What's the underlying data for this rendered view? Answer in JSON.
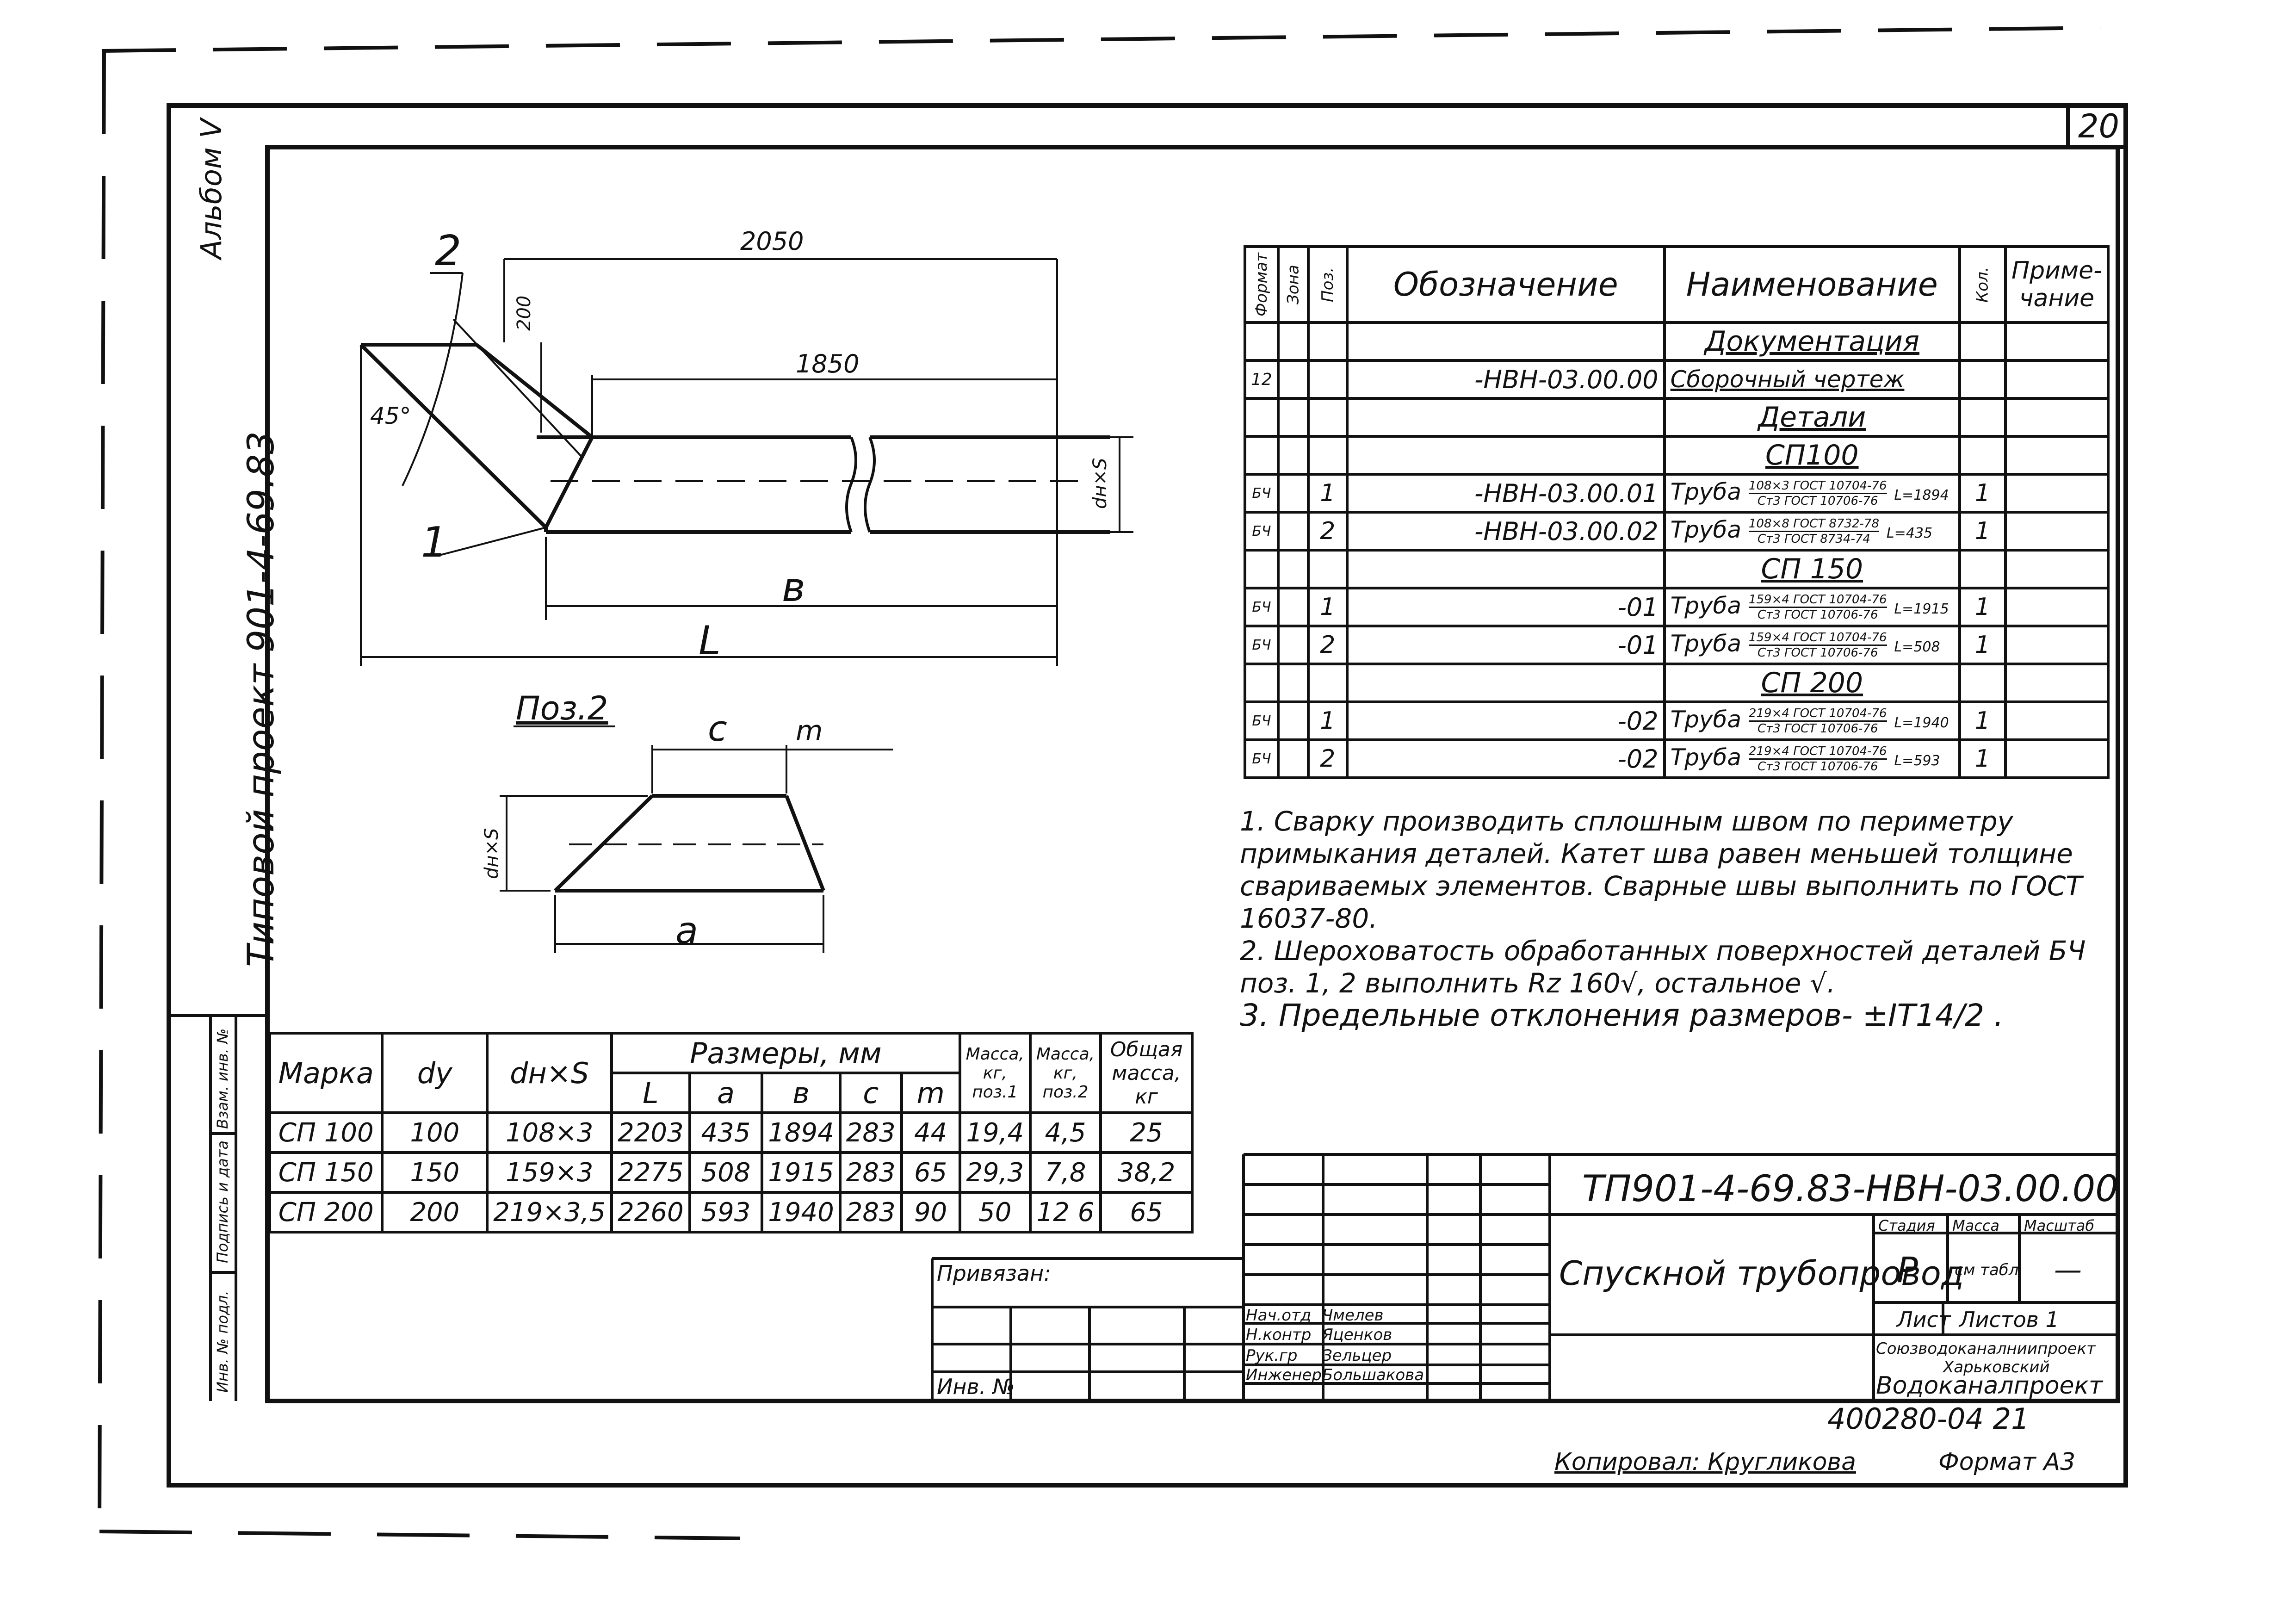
{
  "sheet": {
    "page_number": "20",
    "album": "Альбом V",
    "project": "Типовой проект 901-4-69.83"
  },
  "drawing": {
    "dim_2050": "2050",
    "dim_200": "200",
    "dim_1850": "1850",
    "dim_dns": "dн×S",
    "angle": "45°",
    "label_1": "1",
    "label_2": "2",
    "dim_b": "в",
    "dim_L": "L",
    "pos2_title": "Поз.2",
    "pos2_c": "c",
    "pos2_m": "m",
    "pos2_dns": "dн×S",
    "pos2_a": "a"
  },
  "spec": {
    "headers": {
      "format": "Формат",
      "zone": "Зона",
      "pos": "Поз.",
      "designation": "Обозначение",
      "name": "Наименование",
      "qty": "Кол.",
      "note": "Приме-чание"
    },
    "sections": {
      "docs": "Документация",
      "details": "Детали",
      "sp100": "СП100",
      "sp150": "СП 150",
      "sp200": "СП 200"
    },
    "doc_row": {
      "format": "12",
      "designation": "-НВН-03.00.00",
      "name": "Сборочный чертеж"
    },
    "rows": [
      {
        "format": "БЧ",
        "pos": "1",
        "designation": "-НВН-03.00.01",
        "name": "Труба",
        "frac_top": "108×3 ГОСТ 10704-76",
        "frac_bottom": "Ст3 ГОСТ 10706-76",
        "length": "L=1894",
        "qty": "1"
      },
      {
        "format": "БЧ",
        "pos": "2",
        "designation": "-НВН-03.00.02",
        "name": "Труба",
        "frac_top": "108×8 ГОСТ 8732-78",
        "frac_bottom": "Ст3 ГОСТ 8734-74",
        "length": "L=435",
        "qty": "1"
      },
      {
        "format": "БЧ",
        "pos": "1",
        "designation": "-01",
        "name": "Труба",
        "frac_top": "159×4 ГОСТ 10704-76",
        "frac_bottom": "Ст3 ГОСТ 10706-76",
        "length": "L=1915",
        "qty": "1"
      },
      {
        "format": "БЧ",
        "pos": "2",
        "designation": "-01",
        "name": "Труба",
        "frac_top": "159×4 ГОСТ 10704-76",
        "frac_bottom": "Ст3 ГОСТ 10706-76",
        "length": "L=508",
        "qty": "1"
      },
      {
        "format": "БЧ",
        "pos": "1",
        "designation": "-02",
        "name": "Труба",
        "frac_top": "219×4 ГОСТ 10704-76",
        "frac_bottom": "Ст3 ГОСТ 10706-76",
        "length": "L=1940",
        "qty": "1"
      },
      {
        "format": "БЧ",
        "pos": "2",
        "designation": "-02",
        "name": "Труба",
        "frac_top": "219×4 ГОСТ 10704-76",
        "frac_bottom": "Ст3 ГОСТ 10706-76",
        "length": "L=593",
        "qty": "1"
      }
    ]
  },
  "notes": {
    "n1": "1. Сварку производить сплошным швом по периметру примыкания деталей. Катет шва равен меньшей толщине свариваемых элементов. Сварные швы выполнить по ГОСТ 16037-80.",
    "n2": "2. Шероховатость обработанных поверхностей деталей БЧ поз. 1, 2 выполнить Rz 160√, остальное √.",
    "n3": "3. Предельные отклонения размеров- ±IT14/2 ."
  },
  "dims_table": {
    "headers": {
      "mark": "Марка",
      "dy": "dy",
      "dns": "dн×S",
      "sizes": "Размеры, мм",
      "L": "L",
      "a": "a",
      "b": "в",
      "c": "c",
      "m": "m",
      "mass1": "Масса, кг, поз.1",
      "mass2": "Масса, кг, поз.2",
      "total": "Общая масса, кг"
    },
    "rows": [
      {
        "mark": "СП 100",
        "dy": "100",
        "dns": "108×3",
        "L": "2203",
        "a": "435",
        "b": "1894",
        "c": "283",
        "m": "44",
        "m1": "19,4",
        "m2": "4,5",
        "total": "25"
      },
      {
        "mark": "СП 150",
        "dy": "150",
        "dns": "159×3",
        "L": "2275",
        "a": "508",
        "b": "1915",
        "c": "283",
        "m": "65",
        "m1": "29,3",
        "m2": "7,8",
        "total": "38,2"
      },
      {
        "mark": "СП 200",
        "dy": "200",
        "dns": "219×3,5",
        "L": "2260",
        "a": "593",
        "b": "1940",
        "c": "283",
        "m": "90",
        "m1": "50",
        "m2": "12 6",
        "total": "65"
      }
    ]
  },
  "side_stamp": {
    "inv_orig": "Инв. № подл.",
    "sign_date": "Подпись и дата",
    "vzam_inv": "Взам. инв. №"
  },
  "title_block": {
    "code": "ТП901-4-69.83-НВН-03.00.00",
    "title": "Спускной трубопровод",
    "stage_lbl": "Стадия",
    "mass_lbl": "Масса",
    "scale_lbl": "Масштаб",
    "stage": "Р",
    "mass": "см табл",
    "scale": "—",
    "sheet_lbl": "Лист",
    "sheets_lbl": "Листов 1",
    "org1": "Союзводоканалниипроект",
    "org2": "Харьковский",
    "org3": "Водоканалпроект",
    "roles": [
      {
        "role": "Нач.отд",
        "name": "Чмелев"
      },
      {
        "role": "Н.контр",
        "name": "Яценков"
      },
      {
        "role": "Рук.гр",
        "name": "Зельцер"
      },
      {
        "role": "Инженер",
        "name": "Большакова"
      }
    ],
    "bound": "Привязан:",
    "inv_no": "Инв. №",
    "order_no": "400280-04  21",
    "copied": "Копировал: Кругликова",
    "format": "Формат А3"
  }
}
